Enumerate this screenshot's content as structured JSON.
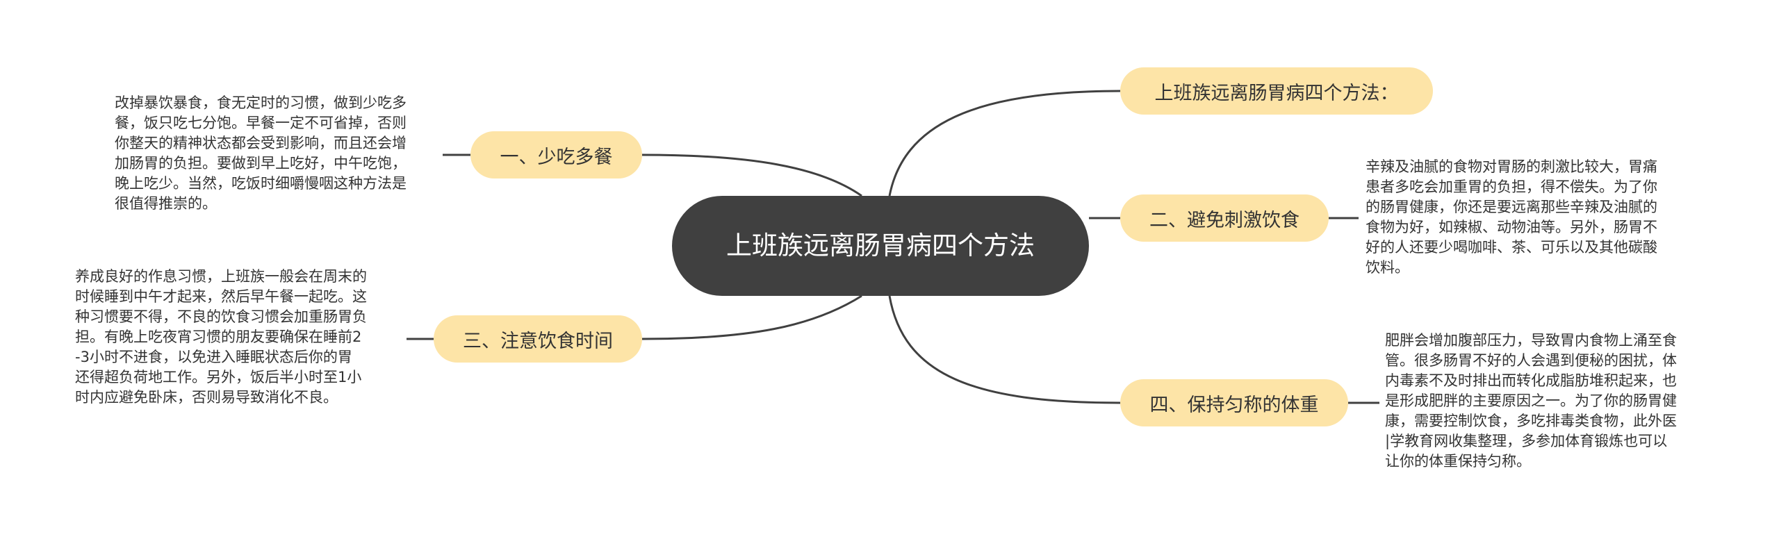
{
  "center": {
    "title": "上班族远离肠胃病四个方法"
  },
  "branches": [
    {
      "label": "上班族远离肠胃病四个方法："
    },
    {
      "label": "二、避免刺激饮食",
      "note_lines": [
        "辛辣及油腻的食物对胃肠的刺激比较大，胃痛",
        "患者多吃会加重胃的负担，得不偿失。为了你",
        "的肠胃健康，你还是要远离那些辛辣及油腻的",
        "食物为好，如辣椒、动物油等。另外，肠胃不",
        "好的人还要少喝咖啡、茶、可乐以及其他碳酸",
        "饮料。"
      ]
    },
    {
      "label": "四、保持匀称的体重",
      "note_lines": [
        "肥胖会增加腹部压力，导致胃内食物上涌至食",
        "管。很多肠胃不好的人会遇到便秘的困扰，体",
        "内毒素不及时排出而转化成脂肪堆积起来，也",
        "是形成肥胖的主要原因之一。为了你的肠胃健",
        "康，需要控制饮食，多吃排毒类食物，此外医",
        "|学教育网收集整理，多参加体育锻炼也可以",
        "让你的体重保持匀称。"
      ]
    },
    {
      "label": "一、少吃多餐",
      "note_lines": [
        "改掉暴饮暴食，食无定时的习惯，做到少吃多",
        "餐，饭只吃七分饱。早餐一定不可省掉，否则",
        "你整天的精神状态都会受到影响，而且还会增",
        "加肠胃的负担。要做到早上吃好，中午吃饱，",
        "晚上吃少。当然，吃饭时细嚼慢咽这种方法是",
        "很值得推崇的。"
      ]
    },
    {
      "label": "三、注意饮食时间",
      "note_lines": [
        "养成良好的作息习惯，上班族一般会在周末的",
        "时候睡到中午才起来，然后早午餐一起吃。这",
        "种习惯要不得，不良的饮食习惯会加重肠胃负",
        "担。有晚上吃夜宵习惯的朋友要确保在睡前2",
        "-3小时不进食，以免进入睡眠状态后你的胃",
        "还得超负荷地工作。另外，饭后半小时至1小",
        "时内应避免卧床，否则易导致消化不良。"
      ]
    }
  ],
  "colors": {
    "center_bg": "#404040",
    "branch_bg": "#fde4a7",
    "line": "#404040",
    "text": "#333333"
  }
}
